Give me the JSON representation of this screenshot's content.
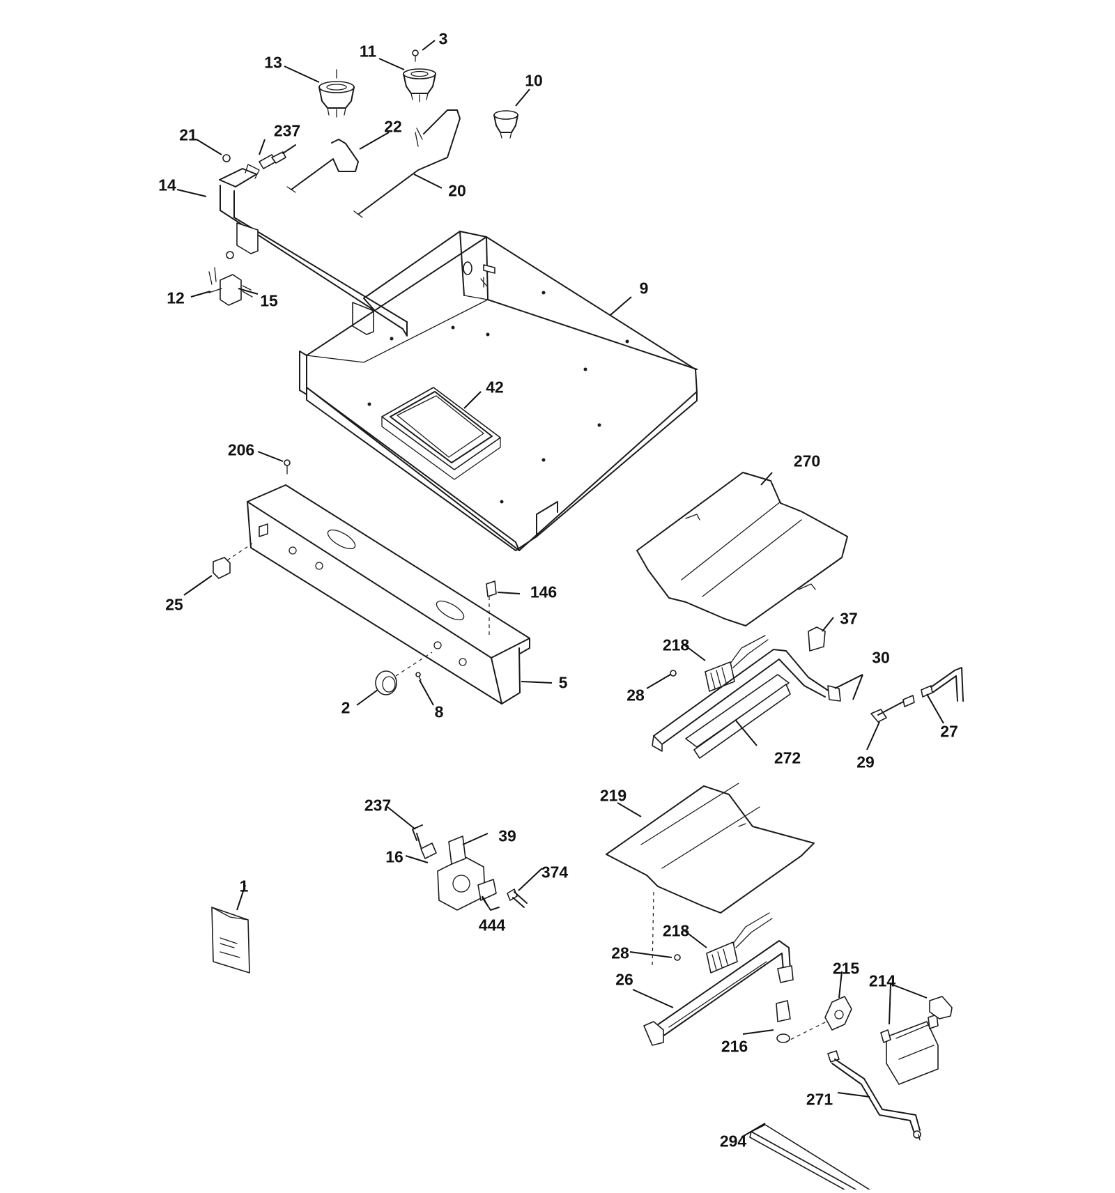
{
  "parts": [
    {
      "id": "p1",
      "label": "1"
    },
    {
      "id": "p2",
      "label": "2"
    },
    {
      "id": "p3",
      "label": "3"
    },
    {
      "id": "p5",
      "label": "5"
    },
    {
      "id": "p8",
      "label": "8"
    },
    {
      "id": "p9",
      "label": "9"
    },
    {
      "id": "p10",
      "label": "10"
    },
    {
      "id": "p11",
      "label": "11"
    },
    {
      "id": "p12",
      "label": "12"
    },
    {
      "id": "p13",
      "label": "13"
    },
    {
      "id": "p14",
      "label": "14"
    },
    {
      "id": "p15",
      "label": "15"
    },
    {
      "id": "p16",
      "label": "16"
    },
    {
      "id": "p20",
      "label": "20"
    },
    {
      "id": "p21",
      "label": "21"
    },
    {
      "id": "p22",
      "label": "22"
    },
    {
      "id": "p25",
      "label": "25"
    },
    {
      "id": "p26",
      "label": "26"
    },
    {
      "id": "p27",
      "label": "27"
    },
    {
      "id": "p28a",
      "label": "28"
    },
    {
      "id": "p28b",
      "label": "28"
    },
    {
      "id": "p29",
      "label": "29"
    },
    {
      "id": "p30",
      "label": "30"
    },
    {
      "id": "p37",
      "label": "37"
    },
    {
      "id": "p39",
      "label": "39"
    },
    {
      "id": "p42",
      "label": "42"
    },
    {
      "id": "p146",
      "label": "146"
    },
    {
      "id": "p206",
      "label": "206"
    },
    {
      "id": "p214",
      "label": "214"
    },
    {
      "id": "p215",
      "label": "215"
    },
    {
      "id": "p216",
      "label": "216"
    },
    {
      "id": "p218a",
      "label": "218"
    },
    {
      "id": "p218b",
      "label": "218"
    },
    {
      "id": "p219",
      "label": "219"
    },
    {
      "id": "p237a",
      "label": "237"
    },
    {
      "id": "p237b",
      "label": "237"
    },
    {
      "id": "p270",
      "label": "270"
    },
    {
      "id": "p271",
      "label": "271"
    },
    {
      "id": "p272",
      "label": "272"
    },
    {
      "id": "p294",
      "label": "294"
    },
    {
      "id": "p374",
      "label": "374"
    },
    {
      "id": "p444",
      "label": "444"
    }
  ]
}
